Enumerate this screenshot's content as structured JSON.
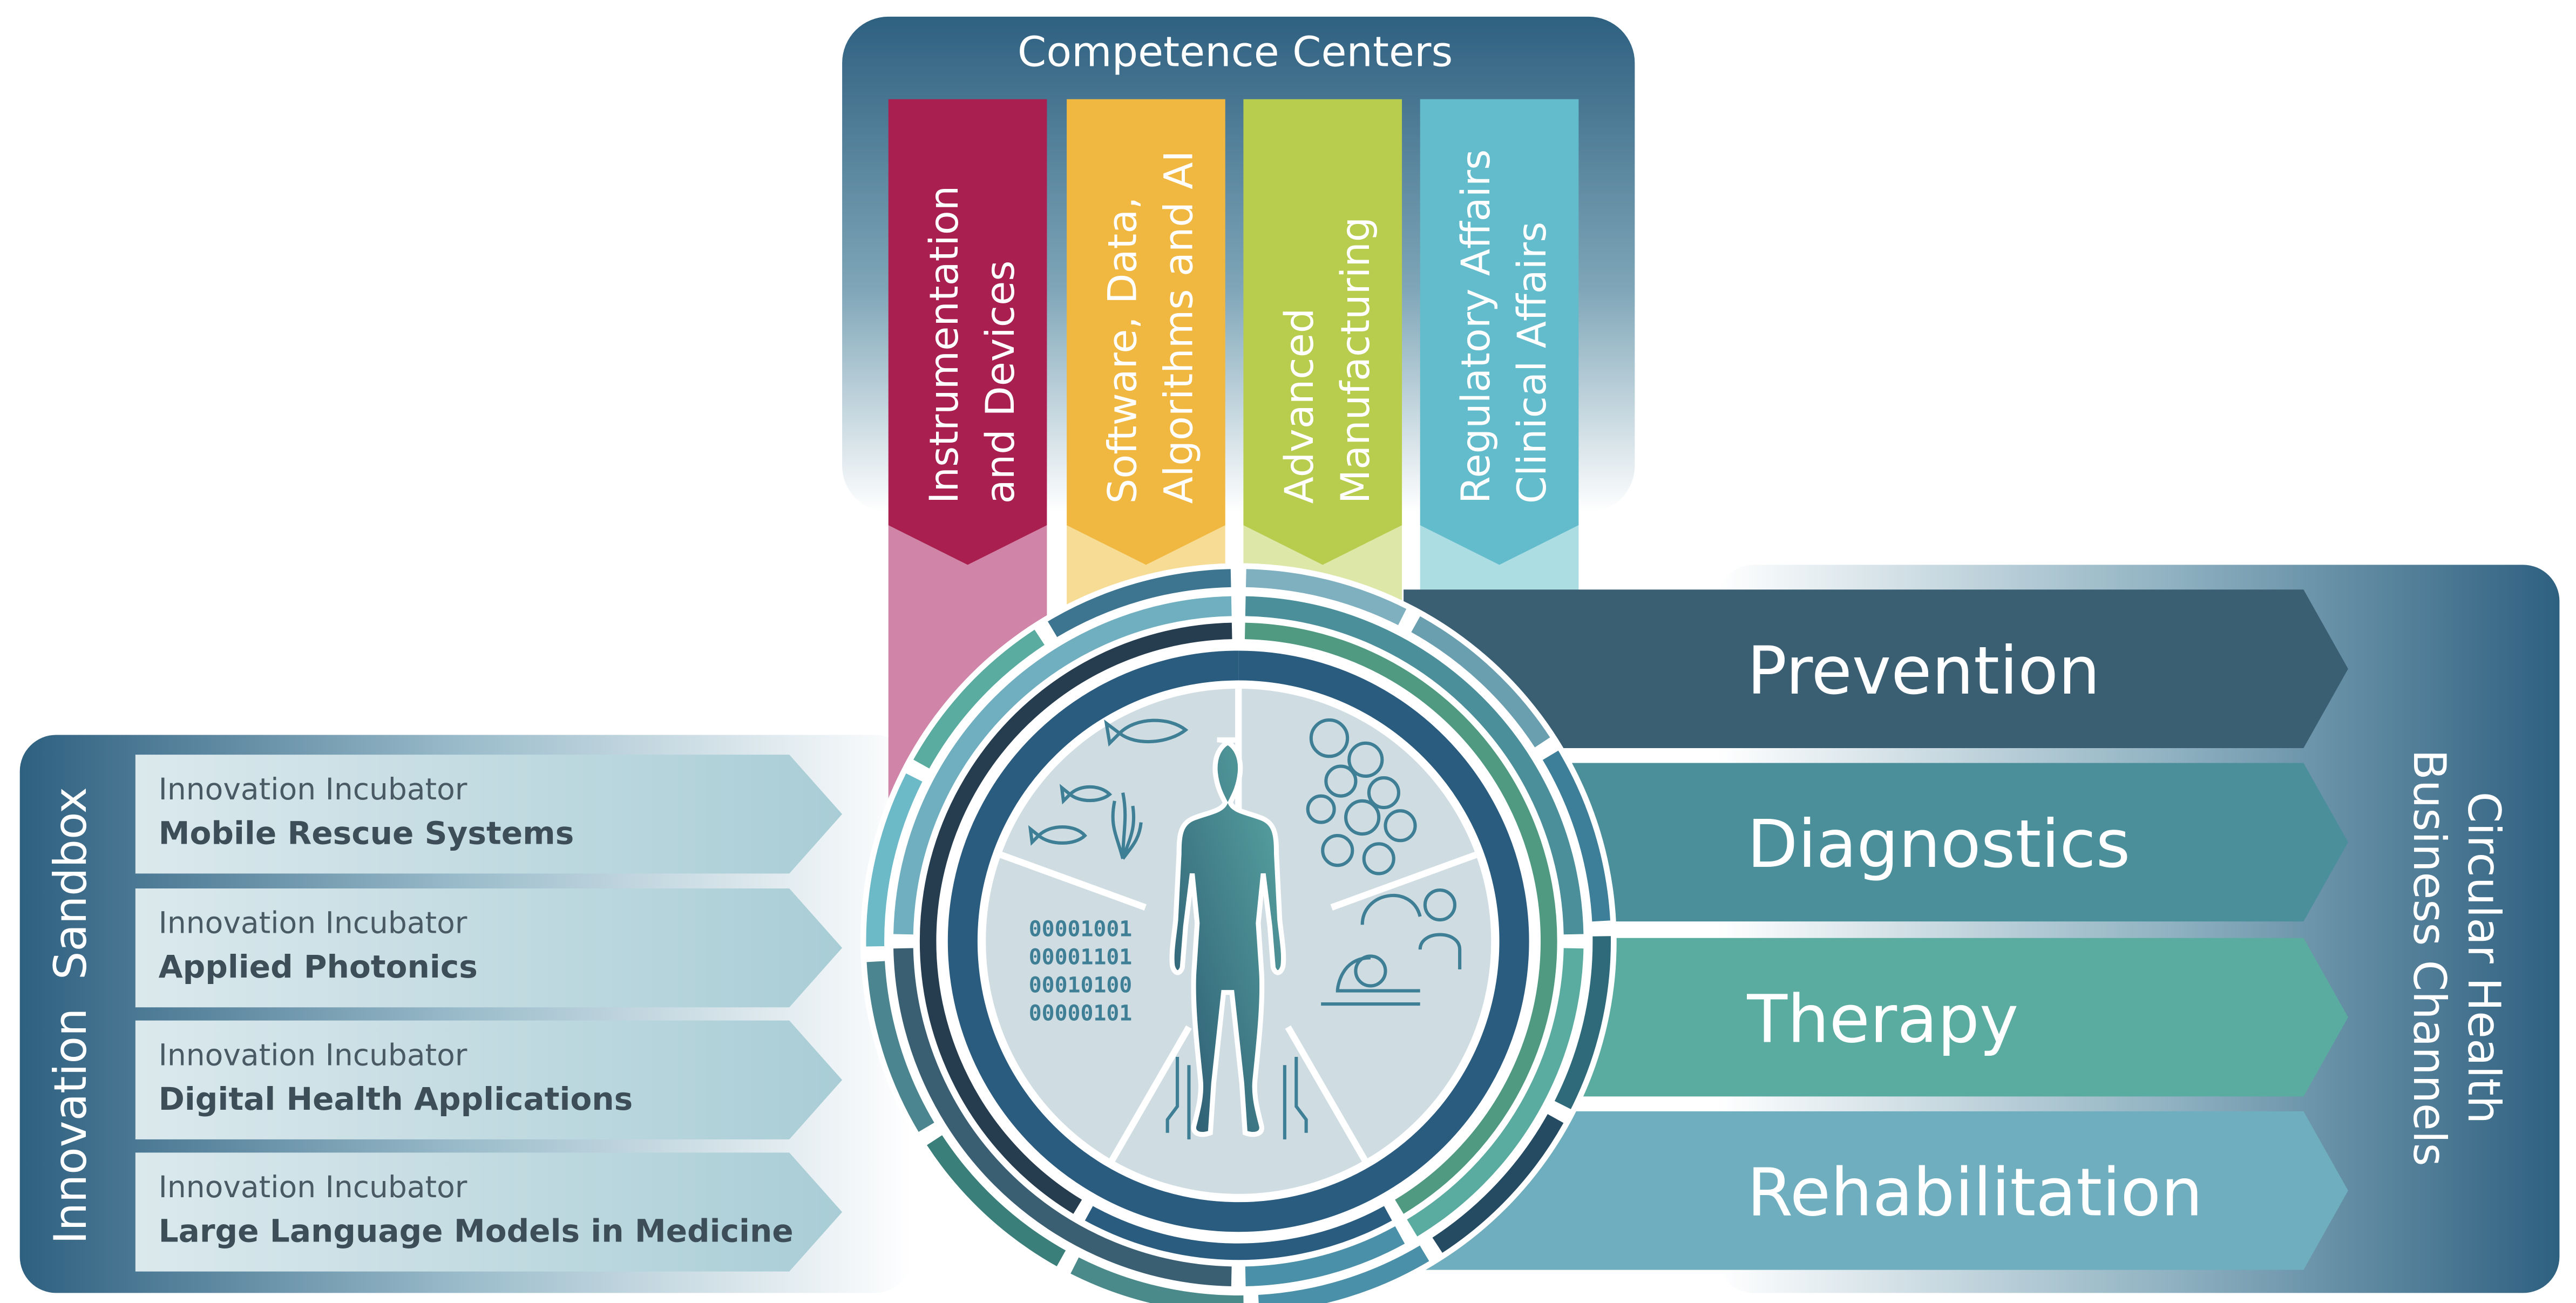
{
  "competence_centers": {
    "title": "Competence Centers",
    "items": [
      {
        "line1": "Instrumentation",
        "line2": "and Devices",
        "color": "#a81f50",
        "light": "#d084a8"
      },
      {
        "line1": "Software, Data,",
        "line2": "Algorithms and AI",
        "color": "#f0b840",
        "light": "#f7dc96"
      },
      {
        "line1": "Advanced",
        "line2": "Manufacturing",
        "color": "#b8cc4e",
        "light": "#dde8a8"
      },
      {
        "line1": "Regulatory Affairs",
        "line2": "Clinical Affairs",
        "color": "#62bccb",
        "light": "#acdde3"
      }
    ]
  },
  "innovation_sandbox": {
    "title": "Innovation  Sandbox",
    "incubators": [
      {
        "kind": "Innovation Incubator",
        "name": "Mobile Rescue Systems"
      },
      {
        "kind": "Innovation Incubator",
        "name": "Applied Photonics"
      },
      {
        "kind": "Innovation Incubator",
        "name": "Digital Health Applications"
      },
      {
        "kind": "Innovation Incubator",
        "name": "Large Language Models in Medicine"
      }
    ]
  },
  "business_channels": {
    "title_line1": "Circular Health",
    "title_line2": "Business Channels",
    "items": [
      {
        "label": "Prevention",
        "color": "#3a5f72"
      },
      {
        "label": "Diagnostics",
        "color": "#4a8f9a"
      },
      {
        "label": "Therapy",
        "color": "#5aaca0"
      },
      {
        "label": "Rehabilitation",
        "color": "#6eaebe"
      }
    ]
  },
  "center": {
    "binary": [
      "00001001",
      "00001101",
      "00010100",
      "00000101"
    ],
    "icons": [
      "fish-icon",
      "seaweed-icon",
      "cells-icon",
      "surgical-robot-icon",
      "doctor-icon",
      "circuit-icon",
      "human-figure-icon"
    ]
  },
  "colors": {
    "panel_dark": "#2e6080",
    "inner_disk": "#cfdde3",
    "ring_blue": "#2a5c80"
  }
}
